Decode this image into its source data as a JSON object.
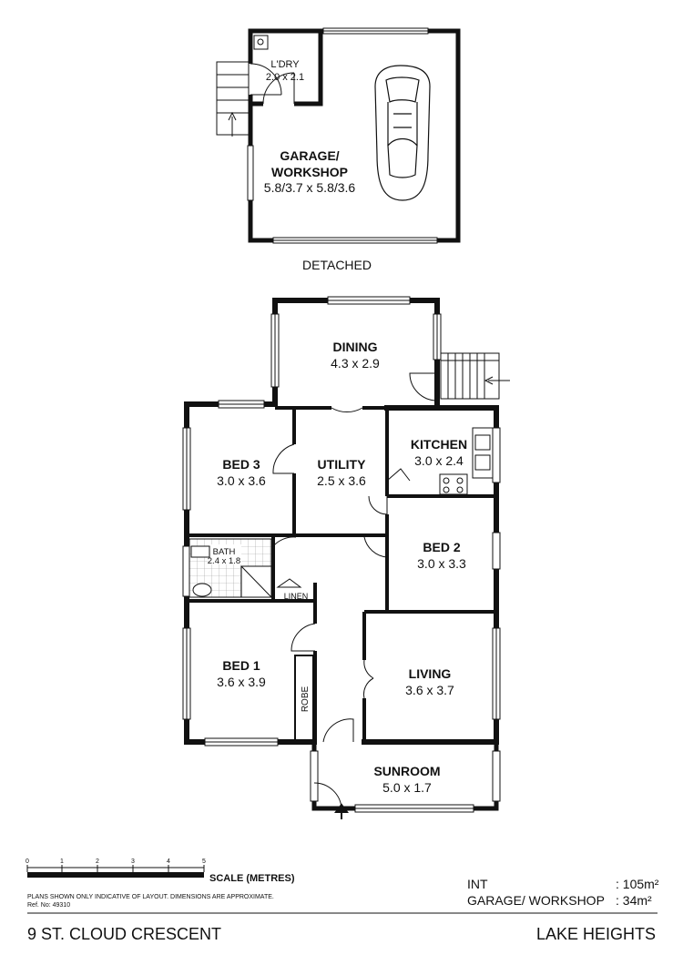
{
  "garage": {
    "laundry_name": "L'DRY",
    "laundry_dims": "2.0 x 2.1",
    "garage_name_line1": "GARAGE/",
    "garage_name_line2": "WORKSHOP",
    "garage_dims": "5.8/3.7 x 5.8/3.6",
    "detached_label": "DETACHED"
  },
  "rooms": {
    "dining": {
      "name": "DINING",
      "dims": "4.3 x 2.9"
    },
    "bed3": {
      "name": "BED 3",
      "dims": "3.0 x 3.6"
    },
    "utility": {
      "name": "UTILITY",
      "dims": "2.5 x 3.6"
    },
    "kitchen": {
      "name": "KITCHEN",
      "dims": "3.0 x 2.4"
    },
    "bed2": {
      "name": "BED 2",
      "dims": "3.0 x 3.3"
    },
    "bath": {
      "name": "BATH",
      "dims": "2.4 x 1.8"
    },
    "linen": {
      "name": "LINEN"
    },
    "bed1": {
      "name": "BED 1",
      "dims": "3.6 x 3.9"
    },
    "robe": {
      "name": "ROBE"
    },
    "living": {
      "name": "LIVING",
      "dims": "3.6 x 3.7"
    },
    "sunroom": {
      "name": "SUNROOM",
      "dims": "5.0 x 1.7"
    }
  },
  "scale": {
    "ticks": [
      "0",
      "1",
      "2",
      "3",
      "4",
      "5"
    ],
    "label": "SCALE (METRES)",
    "disclaimer": "PLANS SHOWN ONLY INDICATIVE OF LAYOUT.  DIMENSIONS ARE APPROXIMATE.",
    "ref": "Ref. No: 49310"
  },
  "areas": {
    "int_label": "INT",
    "int_value": ": 105m²",
    "garage_label": "GARAGE/ WORKSHOP",
    "garage_value": ":   34m²"
  },
  "address": {
    "street": "9 ST. CLOUD CRESCENT",
    "suburb": "LAKE HEIGHTS"
  }
}
